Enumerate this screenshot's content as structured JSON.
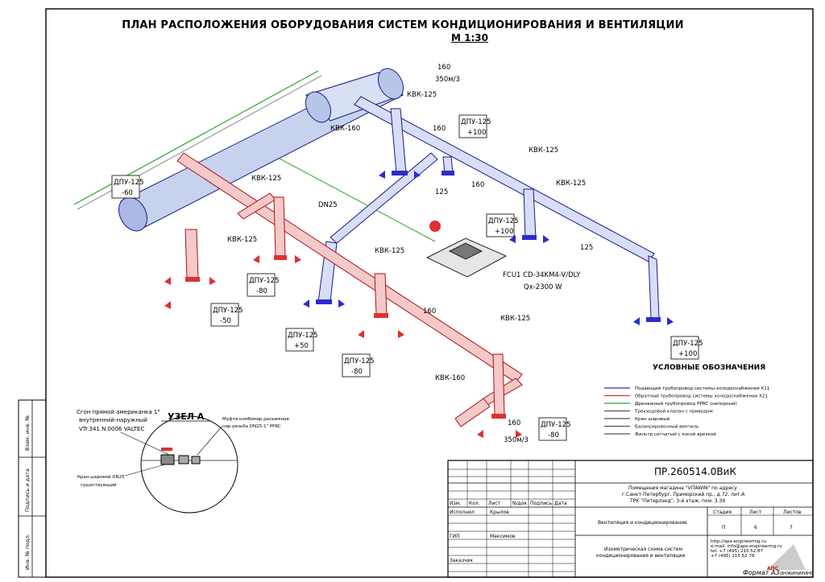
{
  "title": "ПЛАН РАСПОЛОЖЕНИЯ ОБОРУДОВАНИЯ СИСТЕМ  КОНДИЦИОНИРОВАНИЯ И ВЕНТИЛЯЦИИ",
  "scale": "М 1:30",
  "duct_labels": {
    "top_size": "160",
    "top_flow": "350м/3",
    "kvk160_top": "КВК-160",
    "kvk125_a": "КВК-125",
    "size_160_mid": "160",
    "dpu_100_a_name": "ДПУ-125",
    "dpu_100_a_val": "+100",
    "kvk125_b": "КВК-125",
    "size_160_right": "160",
    "size_125_a": "125",
    "kvk125_c": "КВК-125",
    "dpu_100_b_name": "ДПУ-125",
    "dpu_100_b_val": "+100",
    "size_125_b": "125",
    "dpu_60_name": "ДПУ-125",
    "dpu_60_val": "-60",
    "kvk125_d": "КВК-125",
    "dn25": "DN25",
    "kvk125_e": "КВК-125",
    "dpu_80_a_name": "ДПУ-125",
    "dpu_80_a_val": "-80",
    "kvk125_f": "КВК-125",
    "fcu_model": "FCU1   CD-34KM4-V/DLY",
    "fcu_power": "Qx-2300 W",
    "dpu_50_name": "ДПУ-125",
    "dpu_50_val": "-50",
    "dpu_50p_name": "ДПУ-125",
    "dpu_50p_val": "+50",
    "size_160_low": "160",
    "dpu_80_b_name": "ДПУ-125",
    "dpu_80_b_val": "-80",
    "kvk125_g": "КВК-125",
    "dpu_100_c_name": "ДПУ-125",
    "dpu_100_c_val": "+100",
    "kvk160_low": "КВК-160",
    "size_160_bottom": "160",
    "flow_bottom": "350м/3",
    "dpu_80_c_name": "ДПУ-125",
    "dpu_80_c_val": "-80"
  },
  "legend": {
    "title": "УСЛОВНЫЕ ОБОЗНАЧЕНИЯ",
    "items": [
      {
        "color": "#2b2bd0",
        "text": "Подающий трубопровод системы холодоснабжения Х11"
      },
      {
        "color": "#e03030",
        "text": "Обратный трубопровод системы холодоснабжения Х21"
      },
      {
        "color": "#2fa02f",
        "text": "Дренажный трубопровод PPRC (напорный)"
      },
      {
        "color": "#555555",
        "text": "Трехходовой клапан с приводом"
      },
      {
        "color": "#555555",
        "text": "Кран шаровый"
      },
      {
        "color": "#555555",
        "text": "Балансировочный вентиль"
      },
      {
        "color": "#555555",
        "text": "Фильтр сетчатый с косой врезкой"
      }
    ]
  },
  "node_a": {
    "title": "УЗЕЛ А",
    "left_note_1": "Сгон прямой американка 1\"",
    "left_note_2": "внутренний-наружный",
    "left_note_3": "VTr.341.N.0006 VALTEC",
    "right_note_1": "Муфта комбинир.разъемная",
    "right_note_2": "нар.резьба DN25-1\" PPRC",
    "bottom_note_1": "Кран шаровой DN25",
    "bottom_note_2": "существующий"
  },
  "side_stamp": {
    "a": "Взам. инв. №",
    "b": "Подпись и дата",
    "c": "Инв. № подл."
  },
  "title_block": {
    "code": "ПР.260514.0ВиК",
    "address_1": "Помещения магазина \"VITAWIN\" по адресу",
    "address_2": "г.Санкт-Петербург, Приморский пр., д.72, лит.А",
    "address_3": "ТРК \"Питерлэнд\", 3-й этаж, пом. 3.39",
    "headers": [
      "Изм.",
      "Кол.",
      "Лист",
      "N/док",
      "Подпись",
      "Дата"
    ],
    "role_1": "Исполнил",
    "name_1": "Крылов",
    "role_2": "ГИП",
    "name_2": "Максимов",
    "role_3": "Заказчик",
    "section": "Вентиляция и кондиционирование",
    "sheet_title_1": "Изометрическая схема систем",
    "sheet_title_2": "кондиционирования и вентиляции",
    "stage_hdr": "Стадия",
    "sheet_hdr": "Лист",
    "sheets_hdr": "Листов",
    "stage": "П",
    "sheet": "6",
    "sheets": "7",
    "contact_1": "http://aps-engineering.ru",
    "contact_2": "e-mail: info@aps-engineering.ru",
    "contact_3": "tel: +7 (495) 215 52 87",
    "contact_4": "+7 (495) 215 52 78",
    "logo": "АПС",
    "logo_sub": "ИНЖИНИРИНГ",
    "format": "Формат А3"
  }
}
